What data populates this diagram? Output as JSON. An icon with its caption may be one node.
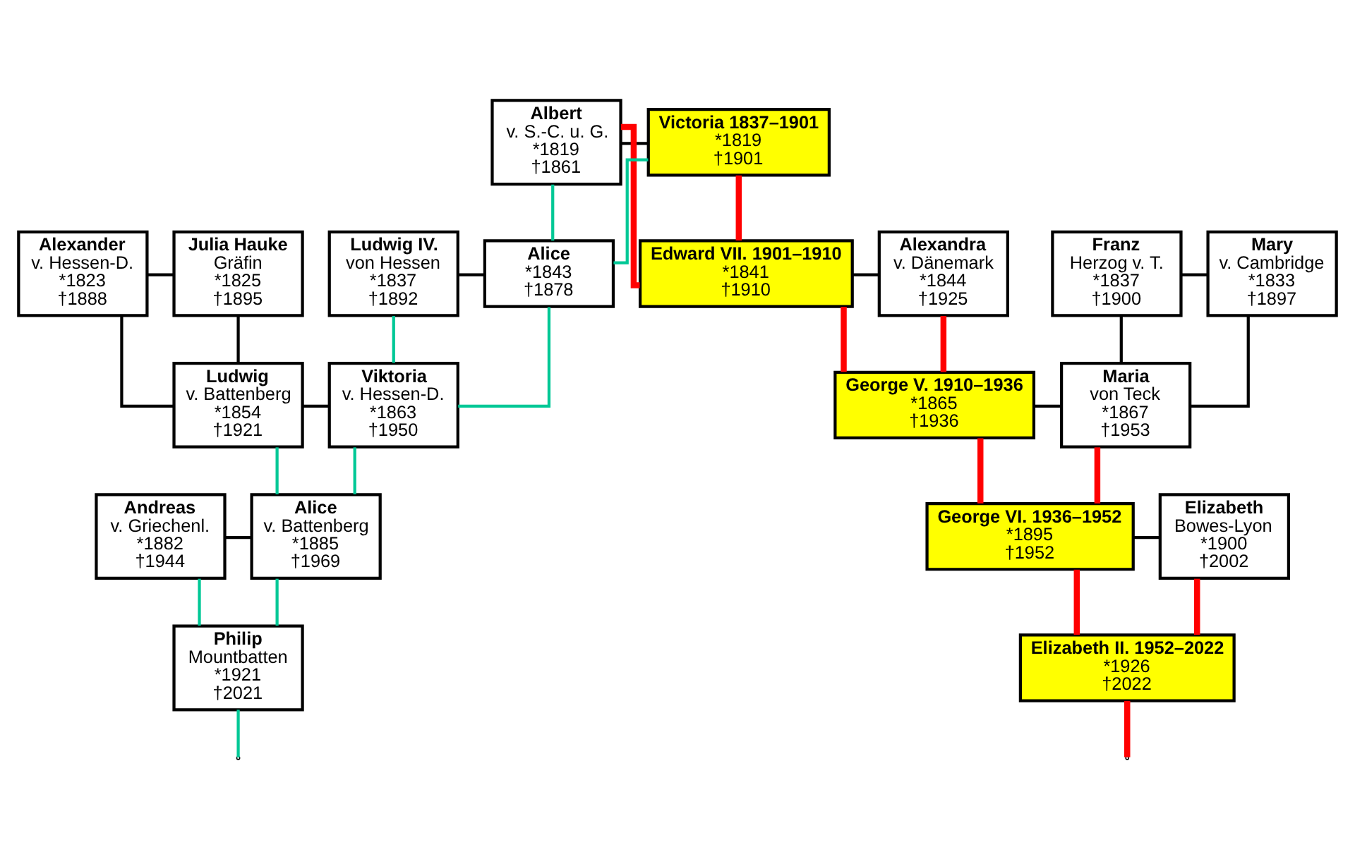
{
  "diagram": {
    "nodes": [
      {
        "text": [
          "Albert",
          "v. S.-C. u. G.",
          "*1819",
          "†1861"
        ]
      },
      {
        "text": [
          "Victoria 1837–1901",
          "*1819",
          "†1901"
        ]
      },
      {
        "text": [
          "Alexander",
          "v. Hessen-D.",
          "*1823",
          "†1888"
        ]
      },
      {
        "text": [
          "Julia Hauke",
          "Gräfin",
          "*1825",
          "†1895"
        ]
      },
      {
        "text": [
          "Ludwig IV.",
          "von Hessen",
          "*1837",
          "†1892"
        ]
      },
      {
        "text": [
          "Alice",
          "*1843",
          "†1878"
        ]
      },
      {
        "text": [
          "Edward VII. 1901–1910",
          "*1841",
          "†1910"
        ]
      },
      {
        "text": [
          "Alexandra",
          "v. Dänemark",
          "*1844",
          "†1925"
        ]
      },
      {
        "text": [
          "Franz",
          "Herzog v. T.",
          "*1837",
          "†1900"
        ]
      },
      {
        "text": [
          "Mary",
          "v. Cambridge",
          "*1833",
          "†1897"
        ]
      },
      {
        "text": [
          "Ludwig",
          "v. Battenberg",
          "*1854",
          "†1921"
        ]
      },
      {
        "text": [
          "Viktoria",
          "v. Hessen-D.",
          "*1863",
          "†1950"
        ]
      },
      {
        "text": [
          "George V. 1910–1936",
          "*1865",
          "†1936"
        ]
      },
      {
        "text": [
          "Maria",
          "von Teck",
          "*1867",
          "†1953"
        ]
      },
      {
        "text": [
          "Andreas",
          "v. Griechenl.",
          "*1882",
          "†1944"
        ]
      },
      {
        "text": [
          "Alice",
          "v. Battenberg",
          "*1885",
          "†1969"
        ]
      },
      {
        "text": [
          "George VI. 1936–1952",
          "*1895",
          "†1952"
        ]
      },
      {
        "text": [
          "Elizabeth",
          "Bowes-Lyon",
          "*1900",
          "†2002"
        ]
      },
      {
        "text": [
          "Philip",
          "Mountbatten",
          "*1921",
          "†2021"
        ]
      },
      {
        "text": [
          "Elizabeth II. 1952–2022",
          "*1926",
          "†2022"
        ]
      }
    ],
    "edges": [
      {
        "from": 0,
        "to": 1,
        "arrow": "none"
      },
      {
        "from": 0,
        "to": 5,
        "arrow": "none",
        "color": "#00c896"
      },
      {
        "from": 1,
        "to": 5,
        "arrow": "none",
        "color": "#00c896"
      },
      {
        "from": 0,
        "to": 6,
        "arrow": "none",
        "style": "thick",
        "color": "#ff0000"
      },
      {
        "from": 1,
        "to": 6,
        "arrow": "none",
        "style": "thick",
        "color": "#ff0000"
      },
      {
        "from": 2,
        "to": 3,
        "arrow": "none"
      },
      {
        "from": 4,
        "to": 5,
        "arrow": "none"
      },
      {
        "from": 6,
        "to": 7,
        "arrow": "none"
      },
      {
        "from": 8,
        "to": 9,
        "arrow": "none"
      },
      {
        "from": 2,
        "to": 10,
        "arrow": "none"
      },
      {
        "from": 3,
        "to": 10,
        "arrow": "none"
      },
      {
        "from": 4,
        "to": 11,
        "arrow": "none",
        "color": "#00c896"
      },
      {
        "from": 5,
        "to": 11,
        "arrow": "none",
        "color": "#00c896"
      },
      {
        "from": 6,
        "to": 12,
        "arrow": "none",
        "style": "thick",
        "color": "#ff0000"
      },
      {
        "from": 7,
        "to": 12,
        "arrow": "none",
        "style": "thick",
        "color": "#ff0000"
      },
      {
        "from": 8,
        "to": 13,
        "arrow": "none"
      },
      {
        "from": 9,
        "to": 13,
        "arrow": "none"
      },
      {
        "from": 10,
        "to": 11,
        "arrow": "none"
      },
      {
        "from": 12,
        "to": 13,
        "arrow": "none"
      },
      {
        "from": 10,
        "to": 15,
        "arrow": "none",
        "color": "#00c896"
      },
      {
        "from": 11,
        "to": 15,
        "arrow": "none",
        "color": "#00c896"
      },
      {
        "from": 12,
        "to": 16,
        "arrow": "none",
        "style": "thick",
        "color": "#ff0000"
      },
      {
        "from": 13,
        "to": 16,
        "arrow": "none",
        "style": "thick",
        "color": "#ff0000"
      },
      {
        "from": 14,
        "to": 15,
        "arrow": "none"
      },
      {
        "from": 16,
        "to": 17,
        "arrow": "none"
      },
      {
        "from": 14,
        "to": 18,
        "arrow": "none",
        "color": "#00c896"
      },
      {
        "from": 15,
        "to": 18,
        "arrow": "none",
        "color": "#00c896"
      },
      {
        "from": 16,
        "to": 19,
        "arrow": "none",
        "style": "thick",
        "color": "#ff0000"
      },
      {
        "from": 17,
        "to": 19,
        "arrow": "none",
        "style": "thick",
        "color": "#ff0000"
      },
      {
        "from": 18,
        "to": null,
        "arrow": "none",
        "color": "#00c896"
      },
      {
        "from": 19,
        "to": null,
        "arrow": "none",
        "style": "thick",
        "color": "#ff0000"
      }
    ]
  }
}
